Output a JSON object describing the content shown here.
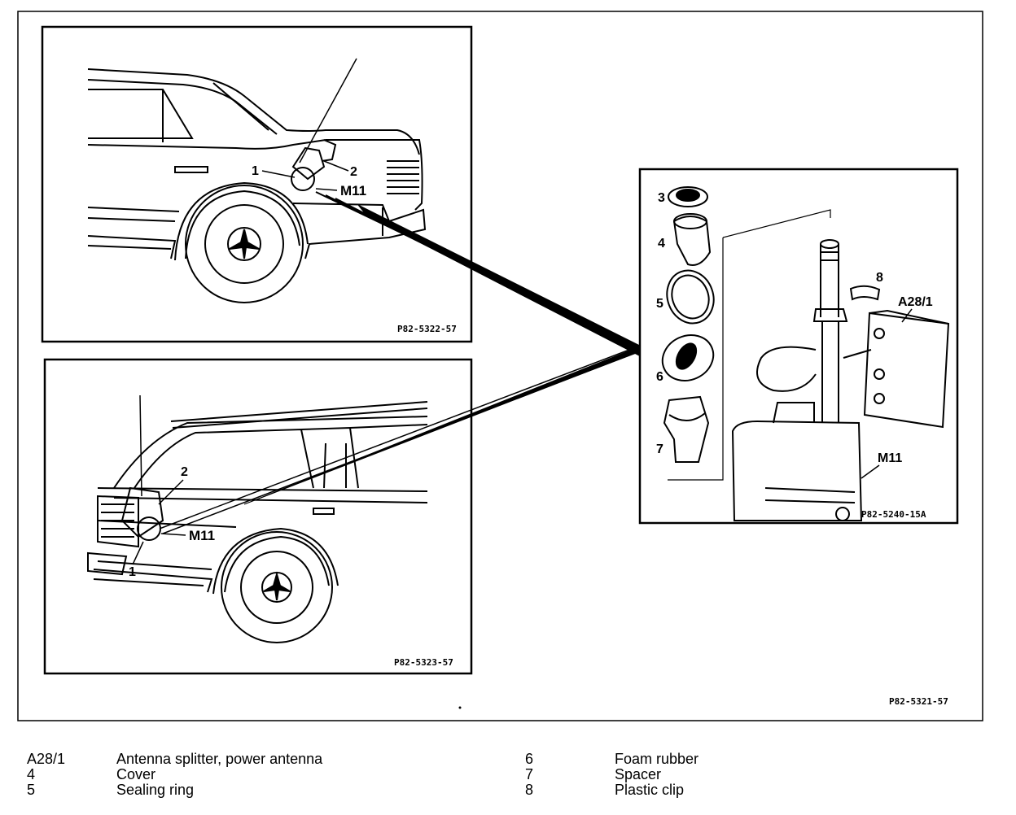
{
  "diagram": {
    "top_panel": {
      "code": "P82-5322-57",
      "labels": {
        "one": "1",
        "two": "2",
        "m11": "M11"
      }
    },
    "bottom_panel": {
      "code": "P82-5323-57",
      "labels": {
        "one": "1",
        "two": "2",
        "m11": "M11"
      }
    },
    "detail_panel": {
      "code": "P82-5240-15A",
      "labels": {
        "three": "3",
        "four": "4",
        "five": "5",
        "six": "6",
        "seven": "7",
        "eight": "8",
        "a28": "A28/1",
        "m11": "M11"
      }
    },
    "figure_code": "P82-5321-57"
  },
  "legend": {
    "left": [
      {
        "key": "A28/1",
        "text": "Antenna splitter, power antenna"
      },
      {
        "key": "4",
        "text": "Cover"
      },
      {
        "key": "5",
        "text": "Sealing ring"
      }
    ],
    "right": [
      {
        "key": "6",
        "text": "Foam rubber"
      },
      {
        "key": "7",
        "text": "Spacer"
      },
      {
        "key": "8",
        "text": "Plastic clip"
      }
    ]
  }
}
